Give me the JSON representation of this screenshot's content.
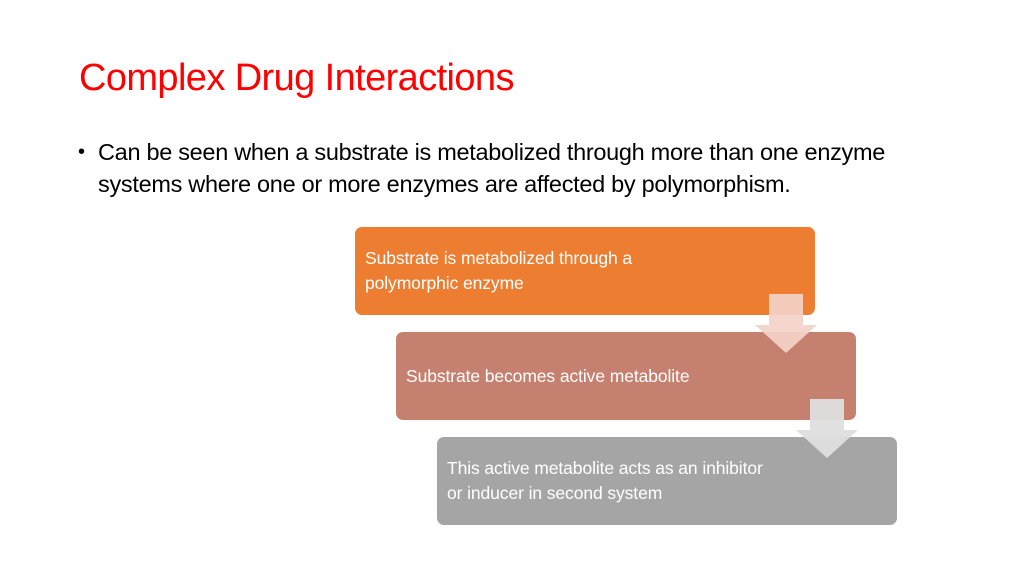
{
  "slide": {
    "title": "Complex Drug Interactions",
    "title_color": "#ff0000",
    "bullets": [
      {
        "marker": "•",
        "text": "Can be seen when a substrate is metabolized through more than one enzyme systems where one or more enzymes are affected by polymorphism."
      }
    ]
  },
  "diagram": {
    "type": "staggered-process",
    "steps": [
      {
        "label": "Substrate is metabolized through a polymorphic enzyme",
        "color": "#ed7d31"
      },
      {
        "label": "Substrate becomes active metabolite",
        "color": "#c5806f"
      },
      {
        "label": "This active metabolite acts as an inhibitor or inducer in second system",
        "color": "#a5a5a5"
      }
    ],
    "connectors": [
      {
        "icon": "arrow-down-icon",
        "color": "#f4d2c8"
      },
      {
        "icon": "arrow-down-icon",
        "color": "#dedede"
      }
    ]
  }
}
